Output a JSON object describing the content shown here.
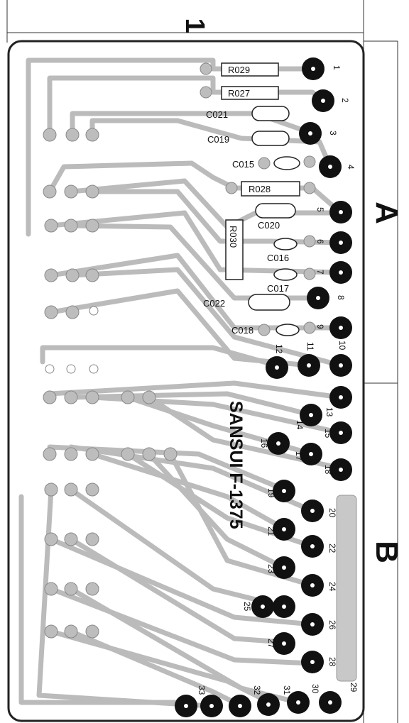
{
  "header": {
    "sheet_number": "1",
    "section_a": "A",
    "section_b": "B"
  },
  "brand_text": "SANSUI  F-1375",
  "components": [
    {
      "ref": "R029",
      "kind": "resistor"
    },
    {
      "ref": "R027",
      "kind": "resistor"
    },
    {
      "ref": "C021",
      "kind": "capacitor"
    },
    {
      "ref": "C019",
      "kind": "capacitor"
    },
    {
      "ref": "C015",
      "kind": "capacitor"
    },
    {
      "ref": "R028",
      "kind": "resistor"
    },
    {
      "ref": "C020",
      "kind": "capacitor"
    },
    {
      "ref": "R030",
      "kind": "resistor"
    },
    {
      "ref": "C016",
      "kind": "capacitor"
    },
    {
      "ref": "C017",
      "kind": "capacitor"
    },
    {
      "ref": "C022",
      "kind": "capacitor"
    },
    {
      "ref": "C018",
      "kind": "capacitor"
    }
  ],
  "pads": [
    "1",
    "2",
    "3",
    "4",
    "5",
    "6",
    "7",
    "8",
    "9",
    "10",
    "11",
    "12",
    "13",
    "14",
    "15",
    "16",
    "17",
    "18",
    "19",
    "20",
    "21",
    "22",
    "23",
    "24",
    "25",
    "26",
    "27",
    "28",
    "29",
    "30",
    "31",
    "32",
    "33"
  ],
  "colors": {
    "trace": "#a9a9a9",
    "pad": "#111111",
    "board_outline": "#222222"
  }
}
